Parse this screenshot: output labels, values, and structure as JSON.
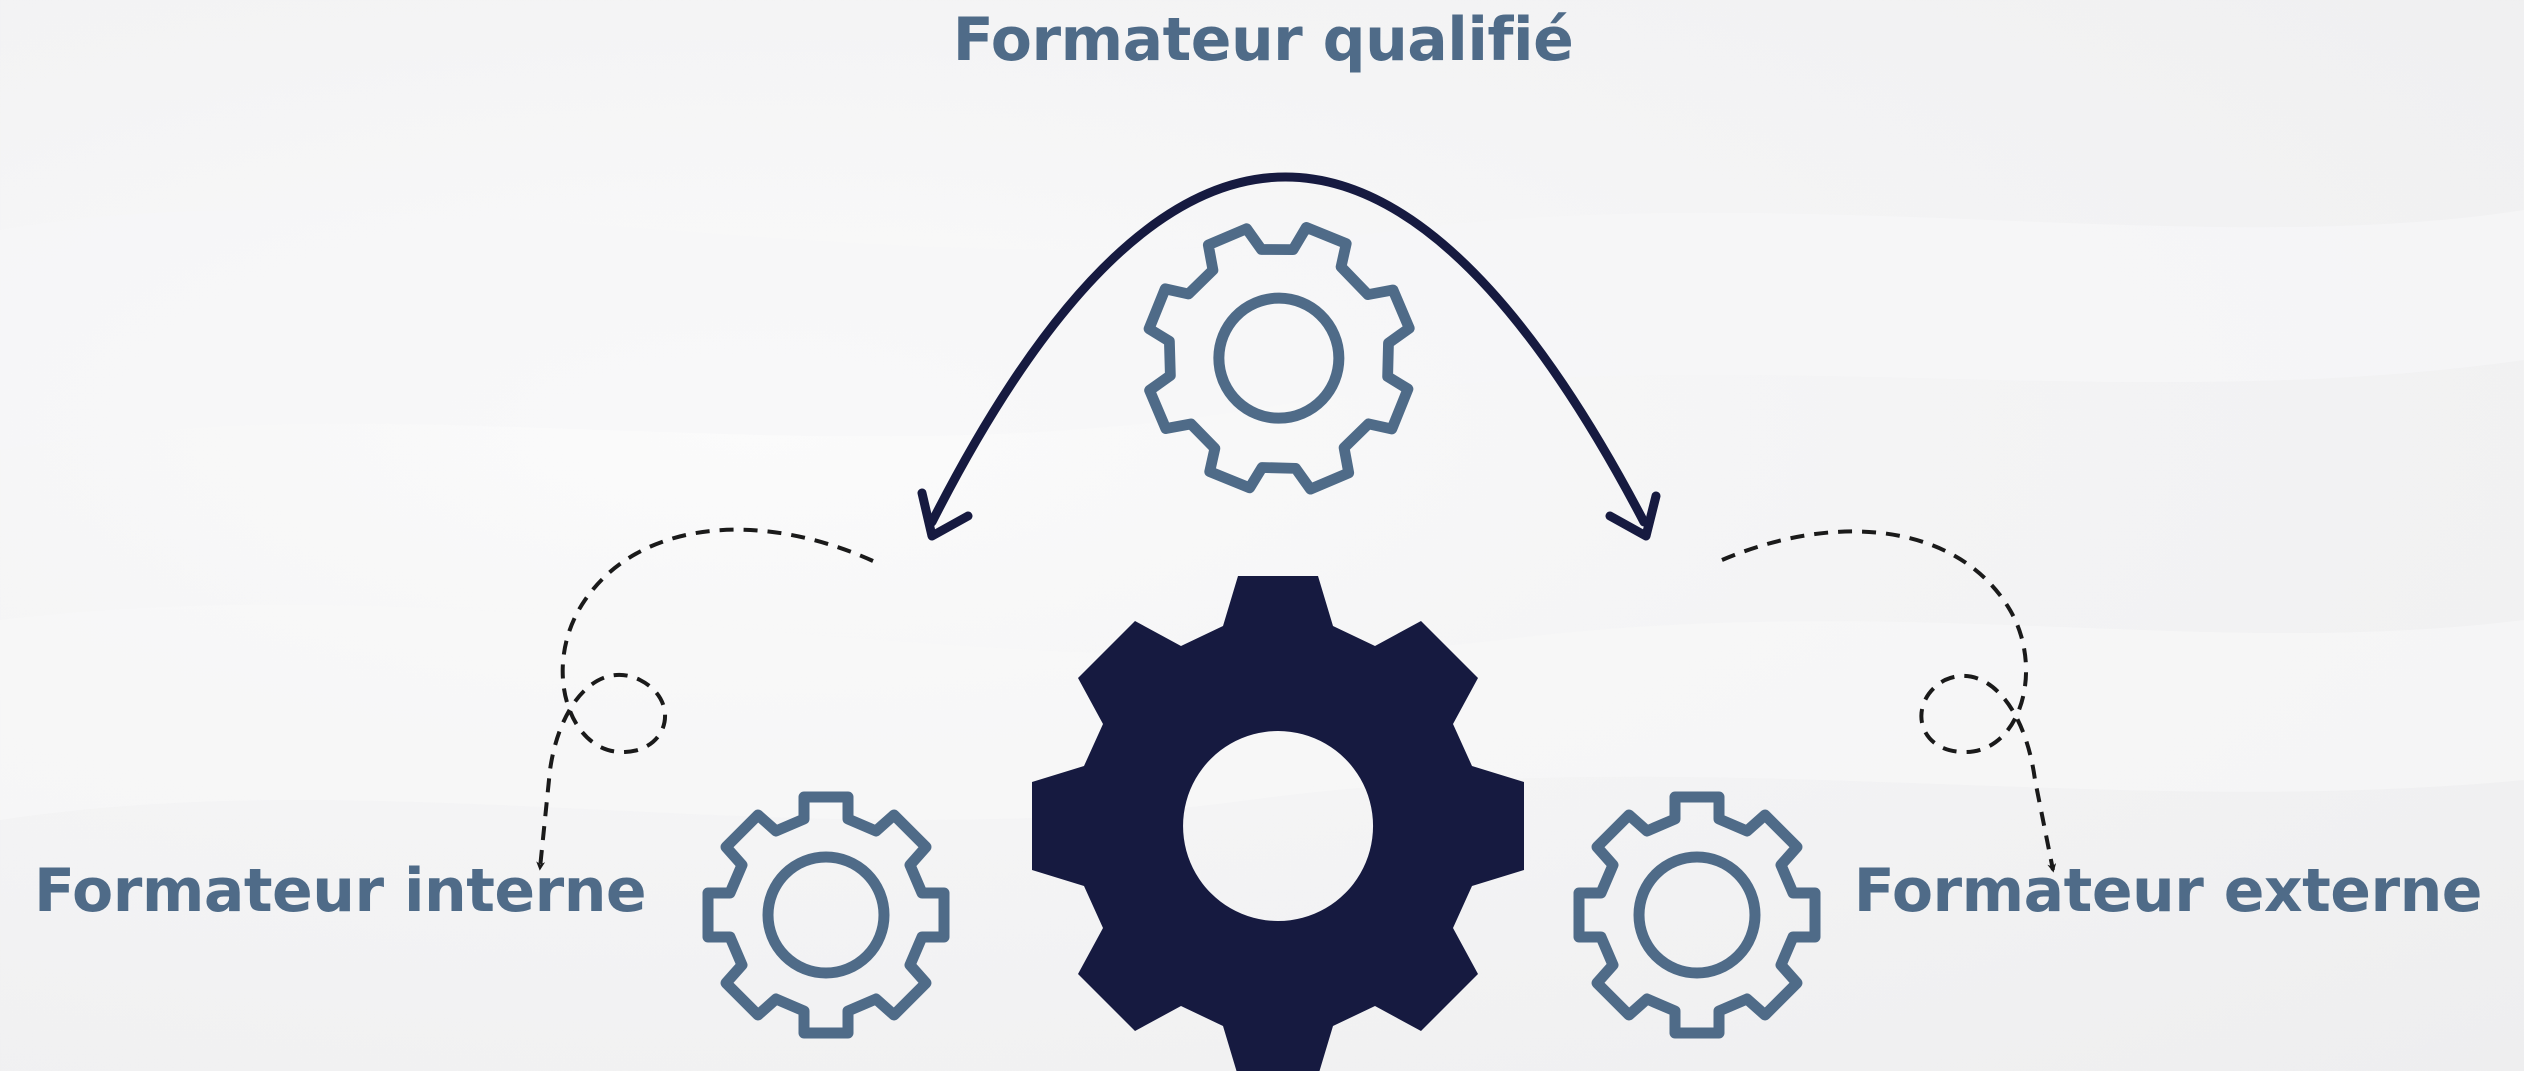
{
  "diagram": {
    "labels": {
      "top": "Formateur qualifié",
      "left": "Formateur interne",
      "right": "Formateur externe"
    },
    "colors": {
      "label_text": "#4f6b88",
      "gear_outline": "#4f6b88",
      "gear_solid": "#161a40",
      "main_arrow": "#161a40",
      "dashed_arrow": "#1a1a1a"
    },
    "icons": {
      "top_gear": "gear-outline-icon",
      "center_gear": "gear-solid-icon",
      "left_gear": "gear-outline-icon",
      "right_gear": "gear-outline-icon"
    }
  }
}
